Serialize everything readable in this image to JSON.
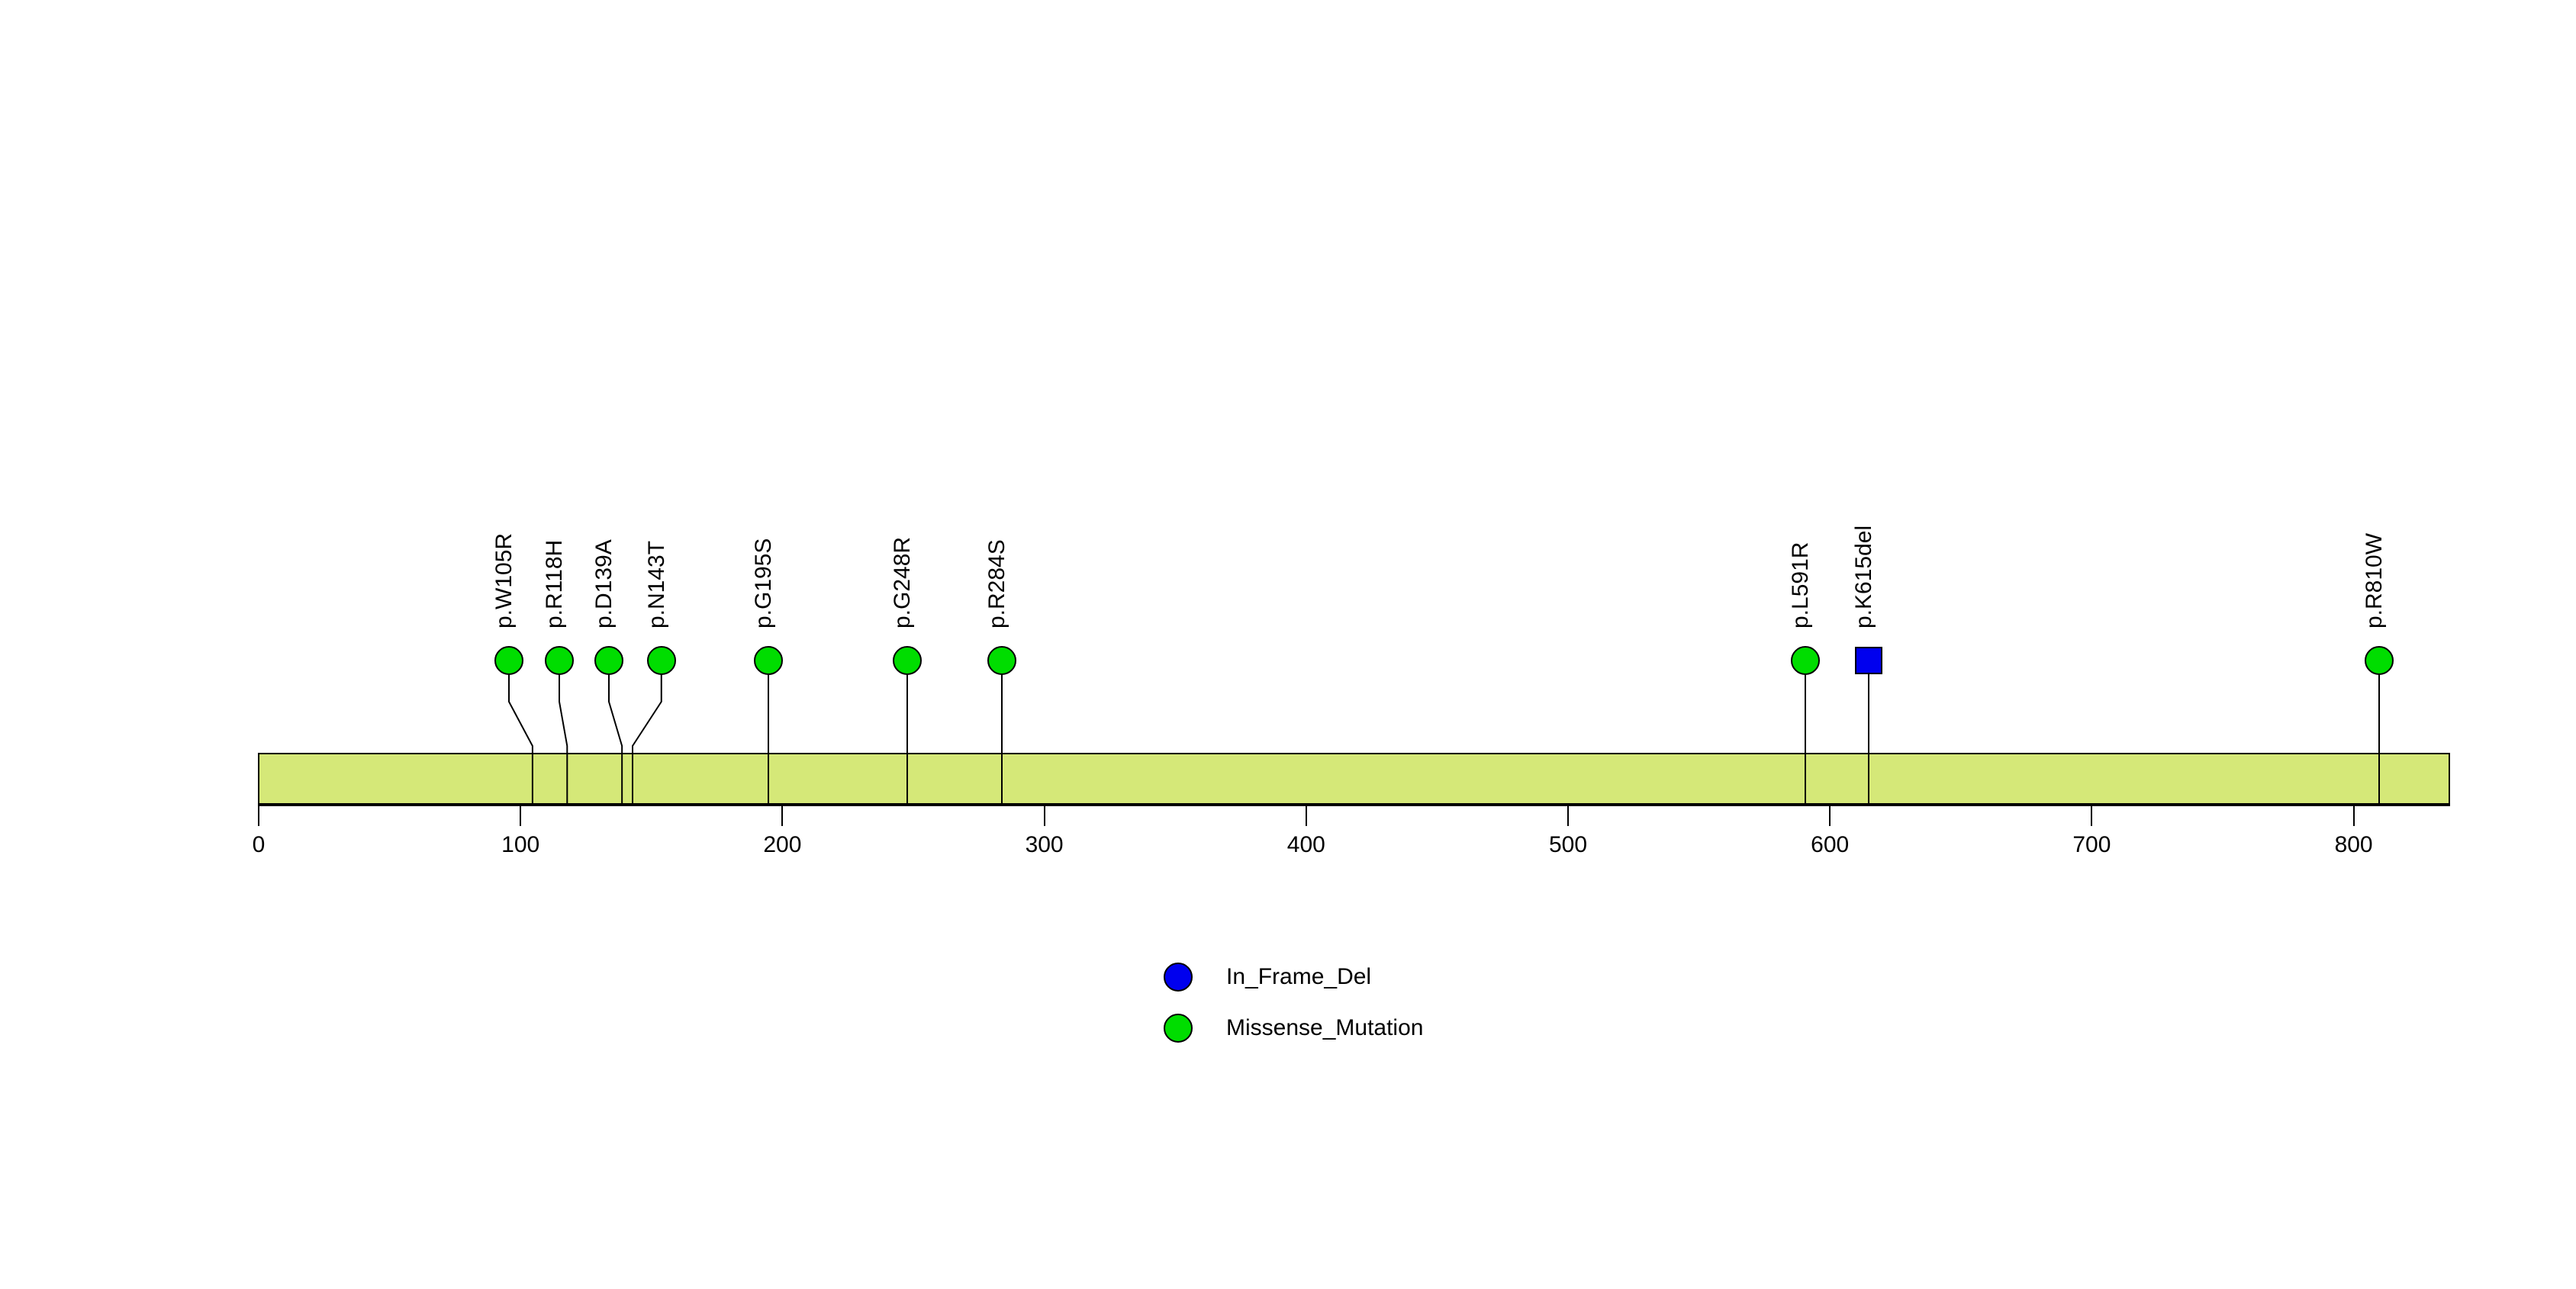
{
  "chart_data": {
    "type": "lollipop",
    "title": "",
    "xlabel": "",
    "ylabel": "",
    "xlim": [
      0,
      837
    ],
    "grid": false,
    "protein": {
      "length": 837,
      "bar_color": "#D5E878",
      "bar_border_color": "#000000",
      "domains": []
    },
    "axis": {
      "ticks": [
        0,
        100,
        200,
        300,
        400,
        500,
        600,
        700,
        800
      ],
      "tick_labels": [
        "0",
        "100",
        "200",
        "300",
        "400",
        "500",
        "600",
        "700",
        "800"
      ]
    },
    "mutations": [
      {
        "label": "p.W105R",
        "position": 105,
        "count": 1,
        "type": "Missense_Mutation",
        "color": "#00DD00",
        "shape": "circle",
        "label_x": 96
      },
      {
        "label": "p.R118H",
        "position": 118,
        "count": 1,
        "type": "Missense_Mutation",
        "color": "#00DD00",
        "shape": "circle",
        "label_x": 115
      },
      {
        "label": "p.D139A",
        "position": 139,
        "count": 1,
        "type": "Missense_Mutation",
        "color": "#00DD00",
        "shape": "circle",
        "label_x": 134
      },
      {
        "label": "p.N143T",
        "position": 143,
        "count": 1,
        "type": "Missense_Mutation",
        "color": "#00DD00",
        "shape": "circle",
        "label_x": 154
      },
      {
        "label": "p.G195S",
        "position": 195,
        "count": 1,
        "type": "Missense_Mutation",
        "color": "#00DD00",
        "shape": "circle",
        "label_x": 195
      },
      {
        "label": "p.G248R",
        "position": 248,
        "count": 1,
        "type": "Missense_Mutation",
        "color": "#00DD00",
        "shape": "circle",
        "label_x": 248
      },
      {
        "label": "p.R284S",
        "position": 284,
        "count": 1,
        "type": "Missense_Mutation",
        "color": "#00DD00",
        "shape": "circle",
        "label_x": 284
      },
      {
        "label": "p.L591R",
        "position": 591,
        "count": 1,
        "type": "Missense_Mutation",
        "color": "#00DD00",
        "shape": "circle",
        "label_x": 591
      },
      {
        "label": "p.K615del",
        "position": 615,
        "count": 1,
        "type": "In_Frame_Del",
        "color": "#0000EE",
        "shape": "square",
        "label_x": 615
      },
      {
        "label": "p.R810W",
        "position": 810,
        "count": 1,
        "type": "Missense_Mutation",
        "color": "#00DD00",
        "shape": "circle",
        "label_x": 810
      }
    ],
    "legend": {
      "position": "bottom-center",
      "entries": [
        {
          "label": "In_Frame_Del",
          "color": "#0000EE"
        },
        {
          "label": "Missense_Mutation",
          "color": "#00DD00"
        }
      ]
    }
  }
}
